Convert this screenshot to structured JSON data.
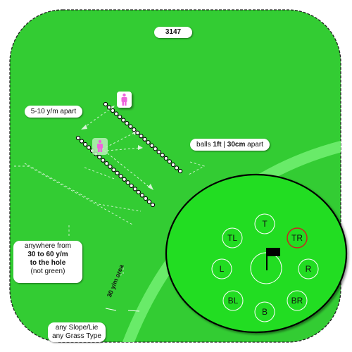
{
  "badge": "3147",
  "callouts": {
    "spacing": "5-10 y/m apart",
    "balls_prefix": "balls ",
    "balls_1ft": "1ft",
    "balls_sep": " | ",
    "balls_30cm": "30cm",
    "balls_suffix": " apart",
    "anywhere_line1": "anywhere from",
    "anywhere_line2": "30 to 60 y/m",
    "anywhere_line3": "to the hole",
    "anywhere_line4": "(not green)",
    "slope_line1": "any Slope/Lie",
    "slope_line2": "any Grass Type"
  },
  "area_label": "30 y/m area",
  "green_positions": {
    "tl": "TL",
    "t": "T",
    "tr": "TR",
    "l": "L",
    "r": "R",
    "bl": "BL",
    "b": "B",
    "br": "BR"
  },
  "colors": {
    "field": "#33cc33",
    "fringe": "#66ee66",
    "green": "#22dd22",
    "target_highlight": "#cc2222",
    "figure": "#ee66dd"
  },
  "icons": [
    "person-icon",
    "flag-icon"
  ]
}
